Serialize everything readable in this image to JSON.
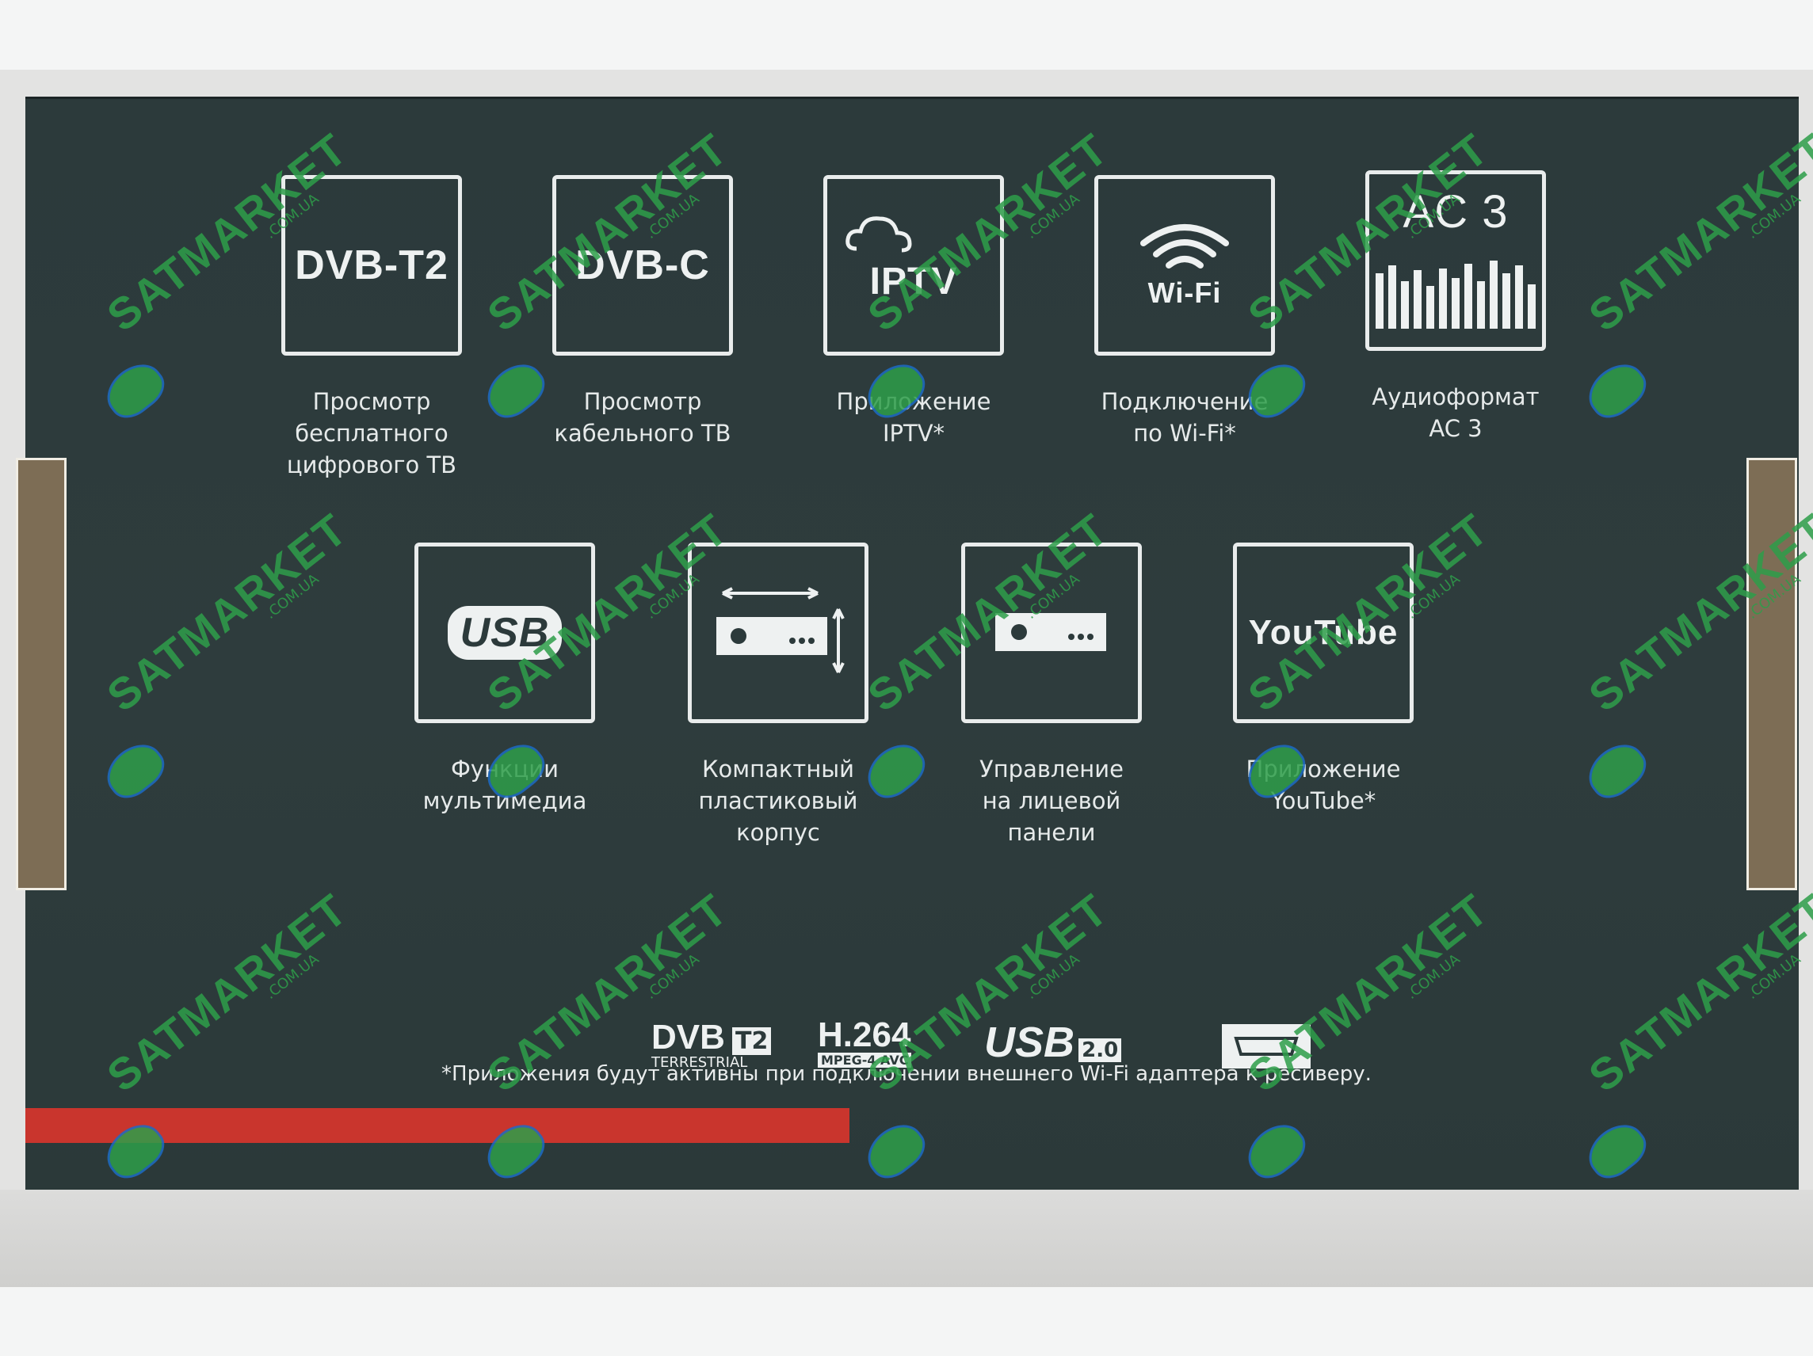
{
  "features_top": [
    {
      "tile": "DVB-T2",
      "caption": "Просмотр\nбесплатного\nцифрового ТВ"
    },
    {
      "tile": "DVB-C",
      "caption": "Просмотр\nкабельного ТВ"
    },
    {
      "tile": "IPTV",
      "caption": "Приложение\nIPTV*"
    },
    {
      "tile": "Wi-Fi",
      "caption": "Подключение\nпо Wi-Fi*"
    },
    {
      "tile": "AC 3",
      "caption": "Аудиоформат\nAC 3"
    }
  ],
  "features_bottom": [
    {
      "tile": "USB",
      "caption": "Функции\nмультимедиа"
    },
    {
      "tile": "",
      "caption": "Компактный\nпластиковый\nкорпус"
    },
    {
      "tile": "",
      "caption": "Управление\nна лицевой\nпанели"
    },
    {
      "tile": "YouTube",
      "caption": "Приложение\nYouTube*"
    }
  ],
  "logos": {
    "dvb": "DVB",
    "t2": "T2",
    "terrestrial": "TERRESTRIAL",
    "h264": "H.264",
    "mpeg": "MPEG-4 AVC",
    "usb": "USB",
    "usb_ver": "2.0"
  },
  "footnote": "*Приложения будут активны при подключении внешнего Wi-Fi адаптера к ресиверу.",
  "watermark": {
    "brand": "SATMARKET",
    "domain": ".COM.UA"
  },
  "colors": {
    "panel": "#2c3a3b",
    "accent_red": "#c9352d",
    "watermark_green": "#2e9e4a",
    "watermark_blue": "#1d6cc4"
  }
}
